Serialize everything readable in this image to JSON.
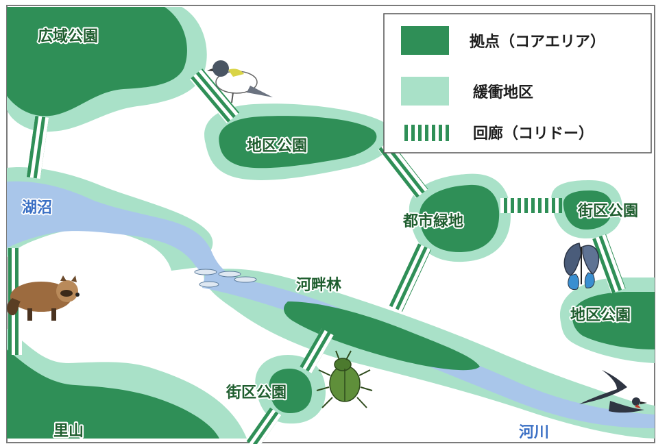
{
  "colors": {
    "core": "#2f8f57",
    "buffer": "#a9e1c8",
    "corridor": "#2f8f57",
    "water": "#a9c6ea",
    "frame": "#7a7a7a"
  },
  "legend": {
    "core_label": "拠点（コアエリア）",
    "buffer_label": "緩衝地区",
    "corridor_label": "回廊（コリドー）"
  },
  "labels": {
    "regional_park": "広域公園",
    "district_park_top": "地区公園",
    "urban_green": "都市緑地",
    "block_park_right": "街区公園",
    "district_park_right": "地区公園",
    "riverside_forest": "河畔林",
    "block_park_bottom": "街区公園",
    "satoyama": "里山",
    "lake": "湖沼",
    "river": "河川"
  },
  "icons": [
    "bird-icon",
    "butterfly-icon",
    "raccoon-dog-icon",
    "beetle-icon",
    "swallow-icon",
    "fish-icon"
  ]
}
